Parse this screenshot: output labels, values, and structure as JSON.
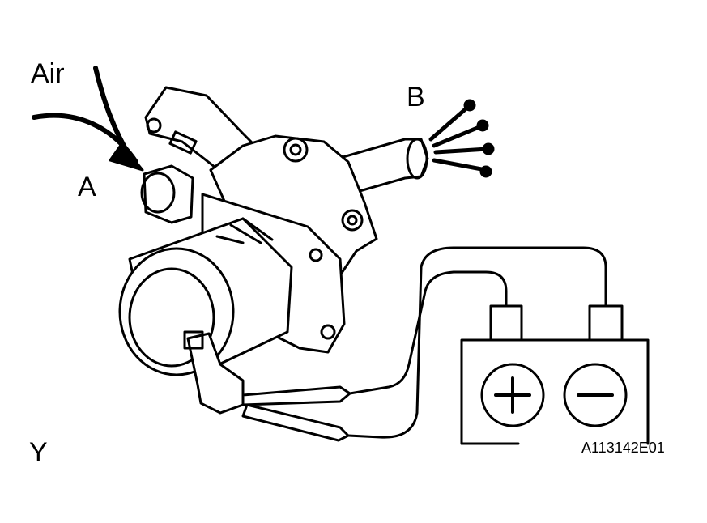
{
  "labels": {
    "air": "Air",
    "port_a": "A",
    "port_b": "B",
    "corner": "Y",
    "figure_code": "A113142E01"
  },
  "icons": {
    "positive_terminal": "plus-sign",
    "negative_terminal": "minus-sign"
  },
  "colors": {
    "line": "#000000",
    "background": "#ffffff"
  }
}
